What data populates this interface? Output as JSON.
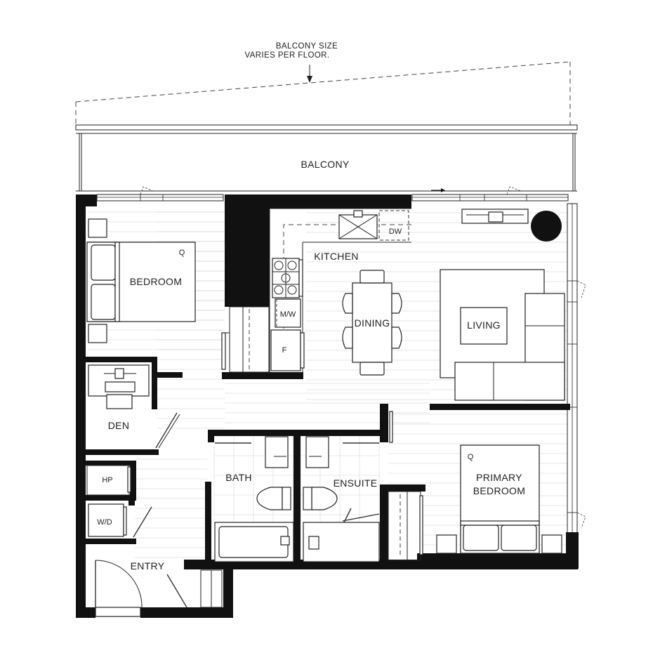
{
  "plan": {
    "balcony_note_line1": "BALCONY SIZE",
    "balcony_note_line2": "VARIES PER FLOOR.",
    "rooms": {
      "balcony": "BALCONY",
      "kitchen": "KITCHEN",
      "dining": "DINING",
      "living": "LIVING",
      "bedroom": "BEDROOM",
      "den": "DEN",
      "bath": "BATH",
      "ensuite": "ENSUITE",
      "primary_bedroom_line1": "PRIMARY",
      "primary_bedroom_line2": "BEDROOM",
      "entry": "ENTRY"
    },
    "fixtures": {
      "dw": "DW",
      "mw": "M/W",
      "fridge": "F",
      "hp": "HP",
      "wd": "W/D",
      "queen_bed_1": "Q",
      "queen_bed_2": "Q"
    }
  }
}
